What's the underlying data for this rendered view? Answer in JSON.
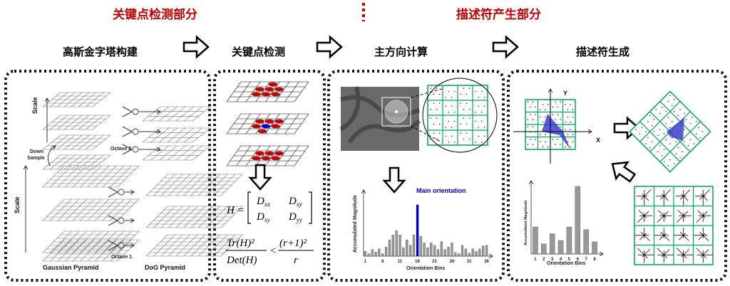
{
  "headers": {
    "left": "关键点检测部分",
    "right": "描述符产生部分"
  },
  "steps": [
    "高斯金字塔构建",
    "关键点检测",
    "主方向计算",
    "描述符生成"
  ],
  "pyramid": {
    "scale": "Scale",
    "down_sample_1": "Down",
    "down_sample_2": "Sample",
    "octave1": "Octave 1",
    "octave2": "Octave 2",
    "gaussian": "Gaussian Pyramid",
    "dog": "DoG Pyramid"
  },
  "formula": {
    "H": "H =",
    "Dxx": "D",
    "Dxx_sub": "xx",
    "Dxy": "D",
    "Dxy_sub": "xy",
    "Dyy": "D",
    "Dyy_sub": "yy",
    "lhs_num": "Tr(H)²",
    "lhs_den": "Det(H)",
    "lt": "<",
    "rhs_num": "(r+1)²",
    "rhs_den": "r"
  },
  "orientation_hist": {
    "title": "Main orientation",
    "ylabel": "Accumulated Magnitude",
    "xlabel": "Orientation Bins",
    "ticks": [
      "1",
      "6",
      "11",
      "16",
      "21",
      "26",
      "31",
      "36"
    ],
    "values": [
      8,
      4,
      11,
      7,
      12,
      4,
      15,
      27,
      35,
      42,
      35,
      14,
      27,
      18,
      35,
      85,
      33,
      22,
      14,
      22,
      18,
      11,
      24,
      11,
      15,
      22,
      6,
      4,
      18,
      12,
      5,
      12,
      8,
      12,
      17,
      18
    ],
    "main_bin": 16
  },
  "descriptor_hist": {
    "ylabel": "Accumulated Magnitude",
    "xlabel": "Orientation Bins",
    "ticks": [
      "1",
      "2",
      "3",
      "4",
      "5",
      "6",
      "7",
      "8"
    ],
    "values": [
      40,
      15,
      30,
      20,
      40,
      100,
      36,
      18
    ]
  },
  "axes": {
    "x": "X",
    "y": "Y"
  },
  "colors": {
    "red": "#c00000",
    "blue": "#0000cc",
    "green": "#00a651",
    "bar": "#999999"
  }
}
